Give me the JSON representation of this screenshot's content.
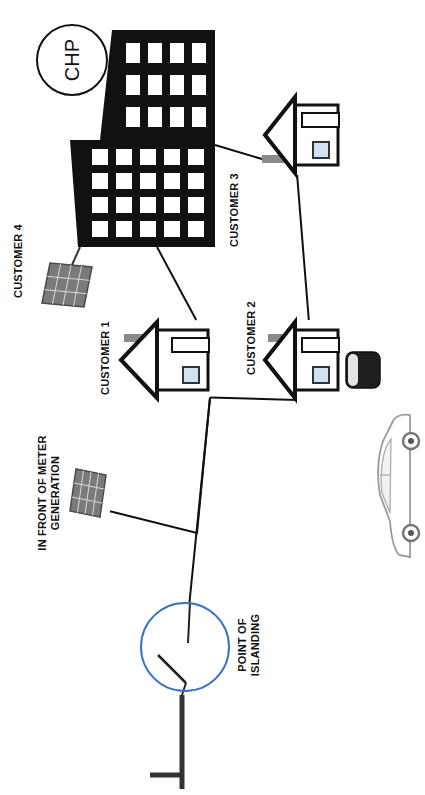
{
  "diagram": {
    "nodes": [
      {
        "text": [
          "POINT OF ISLANDING"
        ]
      },
      {
        "text": [
          "IN FRONT OF METER GENERATION"
        ]
      },
      {
        "text": [
          "CUSTOMER 1"
        ]
      },
      {
        "text": [
          "CUSTOMER 2"
        ]
      },
      {
        "text": [
          "CUSTOMER 4"
        ]
      },
      {
        "text": [
          "CUSTOMER 3"
        ]
      },
      {
        "text": [
          "CHP"
        ]
      }
    ],
    "edges": [
      {
        "from": 0,
        "to": 2,
        "arrow": "none"
      },
      {
        "from": 1,
        "to": 2,
        "arrow": "none"
      },
      {
        "from": 2,
        "to": 3,
        "arrow": "none"
      },
      {
        "from": 2,
        "to": 4,
        "arrow": "none"
      },
      {
        "from": 3,
        "to": 5,
        "arrow": "none"
      },
      {
        "from": 5,
        "to": 4,
        "arrow": "none"
      }
    ]
  }
}
